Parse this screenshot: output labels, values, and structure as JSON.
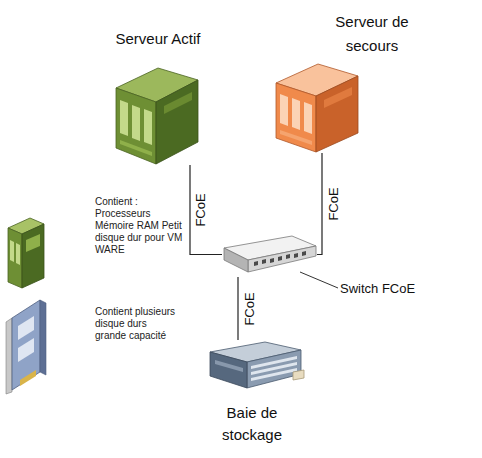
{
  "diagram": {
    "nodes": [
      {
        "text": [
          "Serveur Actif"
        ]
      },
      {
        "text": [
          "Serveur de secours"
        ]
      },
      {
        "text": [
          "Switch FCoE"
        ]
      },
      {
        "text": [
          "Baie de stockage"
        ]
      }
    ],
    "edges": [
      {
        "from": 0,
        "to": 2,
        "arrow": "none",
        "label": "FCoE"
      },
      {
        "from": 1,
        "to": 2,
        "arrow": "none",
        "label": "FCoE"
      },
      {
        "from": 2,
        "to": 3,
        "arrow": "none",
        "label": "FCoE"
      }
    ],
    "labels": [
      "Contient : Processeurs Mémoire RAM Petit disque dur pour VM WARE",
      "Contient plusieurs disque durs grande capacité"
    ]
  }
}
